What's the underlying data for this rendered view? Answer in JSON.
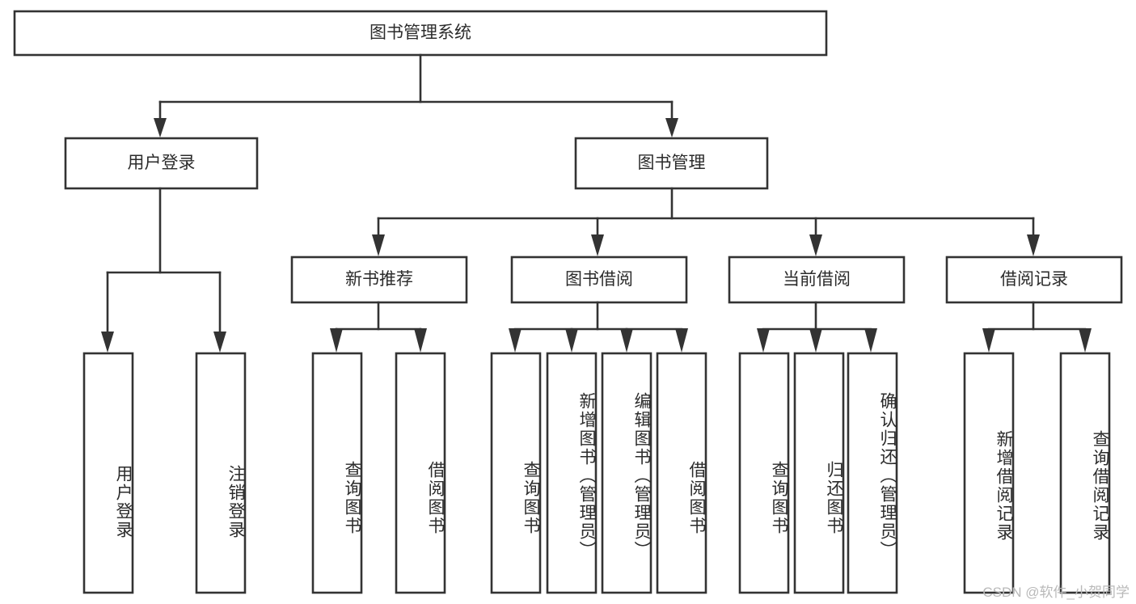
{
  "diagram": {
    "type": "tree",
    "title": "图书管理系统",
    "watermark": "CSDN @软件_小贺同学",
    "colors": {
      "box_stroke": "#333333",
      "box_fill": "#ffffff",
      "text": "#2b2b2b",
      "connector": "#333333",
      "watermark": "#b9b9b9",
      "background": "#ffffff"
    },
    "nodes": {
      "root": {
        "label": "图书管理系统"
      },
      "level2": [
        {
          "label": "用户登录"
        },
        {
          "label": "图书管理"
        }
      ],
      "level3": [
        {
          "label": "新书推荐"
        },
        {
          "label": "图书借阅"
        },
        {
          "label": "当前借阅"
        },
        {
          "label": "借阅记录"
        }
      ],
      "leaves_user_login": [
        {
          "label": "用户登录"
        },
        {
          "label": "注销登录"
        }
      ],
      "leaves_new_book": [
        {
          "label": "查询图书"
        },
        {
          "label": "借阅图书"
        }
      ],
      "leaves_borrow": [
        {
          "label": "查询图书"
        },
        {
          "label": "新增图书（管理员）"
        },
        {
          "label": "编辑图书（管理员）"
        },
        {
          "label": "借阅图书"
        }
      ],
      "leaves_current": [
        {
          "label": "查询图书"
        },
        {
          "label": "归还图书"
        },
        {
          "label": "确认归还（管理员）"
        }
      ],
      "leaves_records": [
        {
          "label": "新增借阅记录"
        },
        {
          "label": "查询借阅记录"
        }
      ]
    }
  }
}
